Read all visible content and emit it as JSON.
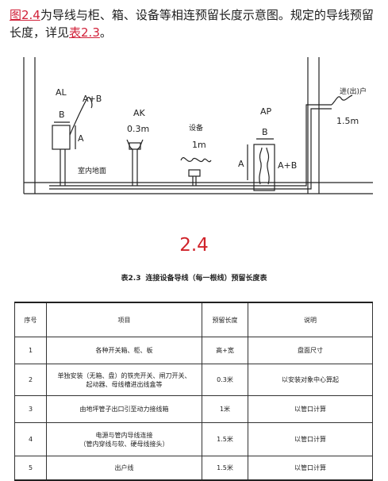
{
  "intro": {
    "ref_figure": "图2.4",
    "text_1": "为导线与柜、箱、设备等相连预留长度示意图。规定的导线预留长度，详见",
    "ref_table": "表2.3",
    "text_2": "。"
  },
  "diagram": {
    "label_al": "AL",
    "label_a_plus_b_left": "A+B",
    "label_b_left": "B",
    "label_a_left": "A",
    "label_indoor_floor": "室内地面",
    "label_ak": "AK",
    "label_ak_len": "0.3m",
    "label_equipment": "设备",
    "label_equipment_len": "1m",
    "label_ap": "AP",
    "label_b_right": "B",
    "label_a_right": "A",
    "label_a_plus_b_right": "A+B",
    "label_exit": "进(出)户",
    "label_exit_len": "1.5m"
  },
  "figure_number": "2.4",
  "table": {
    "caption_number": "表2.3",
    "caption_title": "连接设备导线（每一根线）预留长度表",
    "headers": [
      "序号",
      "项目",
      "预留长度",
      "说明"
    ],
    "rows": [
      {
        "no": "1",
        "item_1": "各种开关箱、柜、板",
        "item_2": "",
        "length": "高+宽",
        "note": "盘面尺寸"
      },
      {
        "no": "2",
        "item_1": "单独安装（无箱、盘）的铁壳开关、闸刀开关、",
        "item_2": "起动器、母线槽进出线盒等",
        "length": "0.3米",
        "note": "以安装对象中心算起"
      },
      {
        "no": "3",
        "item_1": "由地坪管子出口引至动力接线箱",
        "item_2": "",
        "length": "1米",
        "note": "以管口计算"
      },
      {
        "no": "4",
        "item_1": "电源与管内导线连接",
        "item_2": "（管内穿线与软、硬母线接头）",
        "length": "1.5米",
        "note": "以管口计算"
      },
      {
        "no": "5",
        "item_1": "出户线",
        "item_2": "",
        "length": "1.5米",
        "note": "以管口计算"
      }
    ]
  }
}
